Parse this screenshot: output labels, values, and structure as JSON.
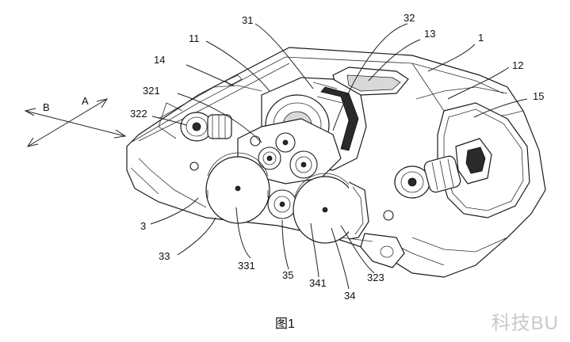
{
  "figure": {
    "caption": "图1",
    "watermark": "科技BU",
    "direction_labels": {
      "a": "A",
      "b": "B"
    },
    "part_labels": {
      "p1": "1",
      "p11": "11",
      "p12": "12",
      "p13": "13",
      "p14": "14",
      "p15": "15",
      "p3": "3",
      "p31": "31",
      "p32": "32",
      "p321": "321",
      "p322": "322",
      "p323": "323",
      "p33": "33",
      "p331": "331",
      "p34": "34",
      "p341": "341",
      "p35": "35"
    }
  }
}
